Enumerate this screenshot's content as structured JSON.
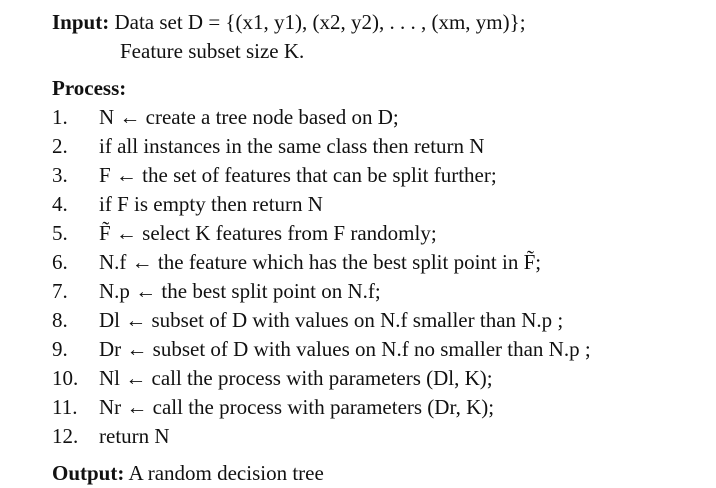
{
  "input": {
    "label": "Input:",
    "line1": "Data set D = {(x1, y1), (x2, y2), . . . , (xm, ym)};",
    "line2": "Feature subset size K."
  },
  "process": {
    "label": "Process:",
    "steps": [
      {
        "num": "1.",
        "text": "N ← create a tree node based on D;"
      },
      {
        "num": "2.",
        "text": "if all instances in the same class then return N"
      },
      {
        "num": "3.",
        "text": "F ← the set of features that can be split further;"
      },
      {
        "num": "4.",
        "text": "if F is empty then return N"
      },
      {
        "num": "5.",
        "text": "F̃ ← select K features from F randomly;"
      },
      {
        "num": "6.",
        "text": "N.f ← the feature which has the best split point in F̃;"
      },
      {
        "num": "7.",
        "text": "N.p ← the best split point on N.f;"
      },
      {
        "num": "8.",
        "text": "Dl ← subset of D with values on N.f smaller than N.p ;"
      },
      {
        "num": "9.",
        "text": "Dr ← subset of D with values on N.f no smaller than N.p ;"
      },
      {
        "num": "10.",
        "text": "Nl ← call the process with parameters (Dl, K);"
      },
      {
        "num": "11.",
        "text": "Nr ← call the process with parameters (Dr, K);"
      },
      {
        "num": "12.",
        "text": "return N"
      }
    ]
  },
  "output": {
    "label": "Output:",
    "text": "A random decision tree"
  }
}
